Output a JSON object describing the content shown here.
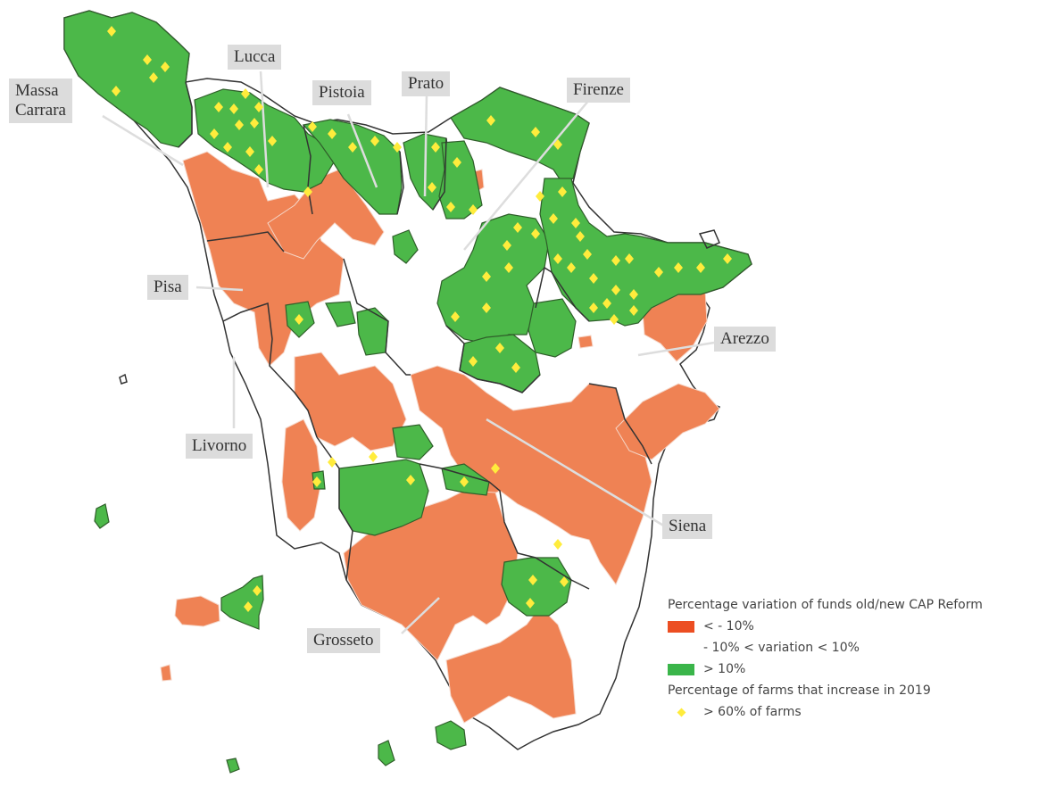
{
  "colors": {
    "decrease": "#ef8254",
    "increase": "#4cb849",
    "neutral": "#ffffff",
    "border": "#333333",
    "inner_border": "#f5d6c8",
    "marker": "#ffec3c"
  },
  "provinces": [
    {
      "name": "Massa Carrara",
      "lines": [
        "Massa",
        "Carrara"
      ]
    },
    {
      "name": "Lucca",
      "lines": [
        "Lucca"
      ]
    },
    {
      "name": "Pistoia",
      "lines": [
        "Pistoia"
      ]
    },
    {
      "name": "Prato",
      "lines": [
        "Prato"
      ]
    },
    {
      "name": "Firenze",
      "lines": [
        "Firenze"
      ]
    },
    {
      "name": "Pisa",
      "lines": [
        "Pisa"
      ]
    },
    {
      "name": "Arezzo",
      "lines": [
        "Arezzo"
      ]
    },
    {
      "name": "Livorno",
      "lines": [
        "Livorno"
      ]
    },
    {
      "name": "Siena",
      "lines": [
        "Siena"
      ]
    },
    {
      "name": "Grosseto",
      "lines": [
        "Grosseto"
      ]
    }
  ],
  "legend": {
    "title_funds": "Percentage variation of funds old/new CAP Reform",
    "items": [
      {
        "label": "< - 10%",
        "category": "decrease"
      },
      {
        "label": "- 10% < variation < 10%",
        "category": "neutral"
      },
      {
        "label": "> 10%",
        "category": "increase"
      }
    ],
    "title_farms": "Percentage of farms that increase in 2019",
    "marker_label": "> 60% of farms"
  },
  "marker_icon": "yellow-diamond-icon"
}
